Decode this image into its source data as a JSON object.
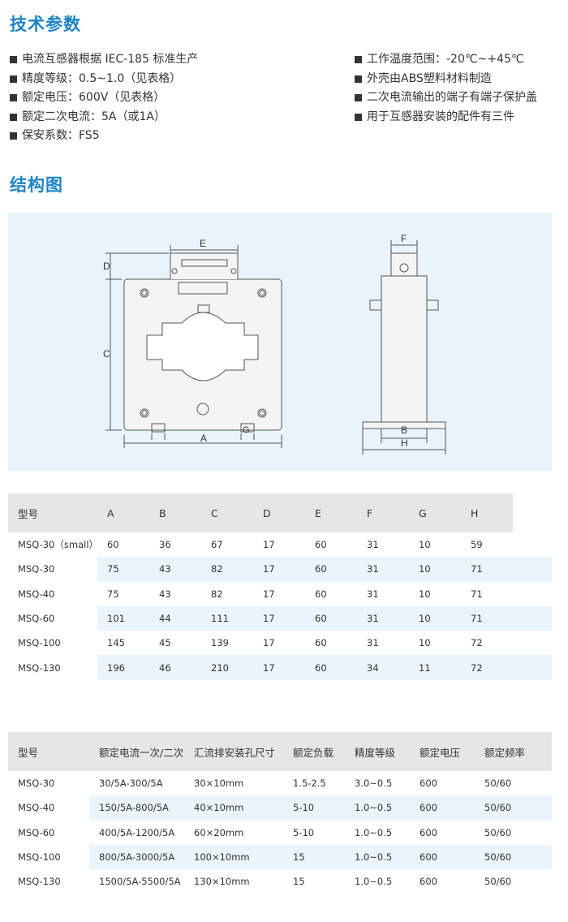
{
  "sections": {
    "spec_title": "技术参数",
    "struct_title": "结构图"
  },
  "specs_left": [
    "电流互感器根据 IEC-185 标准生产",
    "精度等级：0.5~1.0（见表格）",
    "额定电压：600V（见表格）",
    "额定二次电流：5A（或1A）",
    "保安系数：FS5"
  ],
  "specs_right": [
    "工作温度范围：-20℃~+45℃",
    "外壳由ABS塑料材料制造",
    "二次电流输出的端子有端子保护盖",
    "用于互感器安装的配件有三件"
  ],
  "diagram_labels": {
    "A": "A",
    "B": "B",
    "C": "C",
    "D": "D",
    "E": "E",
    "F": "F",
    "G": "G",
    "H": "H"
  },
  "colors": {
    "accent": "#1c84c6",
    "panel_bg": "#e8f3fb",
    "header_bg": "#e6e6e6",
    "row_alt": "#eaf4fc"
  },
  "table1": {
    "headers": [
      "型号",
      "A",
      "B",
      "C",
      "D",
      "E",
      "F",
      "G",
      "H"
    ],
    "rows": [
      [
        "MSQ-30（small）",
        "60",
        "36",
        "67",
        "17",
        "60",
        "31",
        "10",
        "59"
      ],
      [
        "MSQ-30",
        "75",
        "43",
        "82",
        "17",
        "60",
        "31",
        "10",
        "71"
      ],
      [
        "MSQ-40",
        "75",
        "43",
        "82",
        "17",
        "60",
        "31",
        "10",
        "71"
      ],
      [
        "MSQ-60",
        "101",
        "44",
        "111",
        "17",
        "60",
        "31",
        "10",
        "71"
      ],
      [
        "MSQ-100",
        "145",
        "45",
        "139",
        "17",
        "60",
        "31",
        "10",
        "72"
      ],
      [
        "MSQ-130",
        "196",
        "46",
        "210",
        "17",
        "60",
        "34",
        "11",
        "72"
      ]
    ]
  },
  "table2": {
    "headers": [
      "型号",
      "额定电流一次/二次",
      "汇流排安装孔尺寸",
      "额定负载",
      "精度等级",
      "额定电压",
      "额定频率"
    ],
    "rows": [
      [
        "MSQ-30",
        "30/5A-300/5A",
        "30×10mm",
        "1.5-2.5",
        "3.0~0.5",
        "600",
        "50/60"
      ],
      [
        "MSQ-40",
        "150/5A-800/5A",
        "40×10mm",
        "5-10",
        "1.0~0.5",
        "600",
        "50/60"
      ],
      [
        "MSQ-60",
        "400/5A-1200/5A",
        "60×20mm",
        "5-10",
        "1.0~0.5",
        "600",
        "50/60"
      ],
      [
        "MSQ-100",
        "800/5A-3000/5A",
        "100×10mm",
        "15",
        "1.0~0.5",
        "600",
        "50/60"
      ],
      [
        "MSQ-130",
        "1500/5A-5500/5A",
        "130×10mm",
        "15",
        "1.0~0.5",
        "600",
        "50/60"
      ]
    ]
  }
}
